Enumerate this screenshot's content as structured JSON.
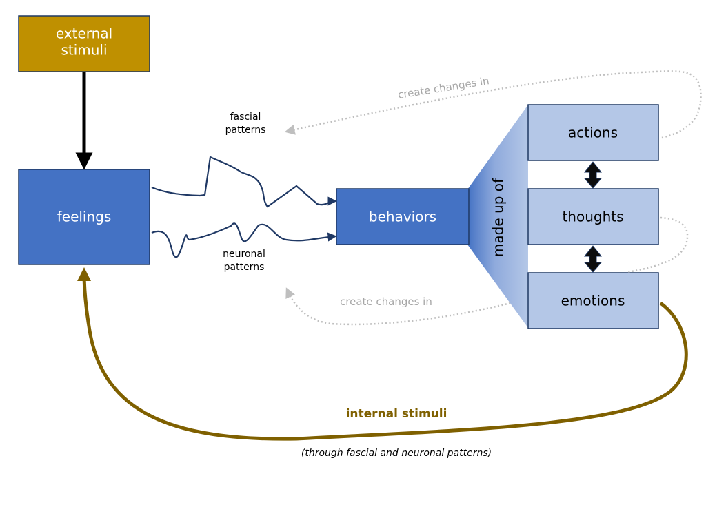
{
  "colors": {
    "gold": "#bf9000",
    "dark_gold": "#7f6000",
    "blue": "#4472c4",
    "light_blue": "#b4c7e7",
    "navy": "#1f3864",
    "dotted_gray": "#bfbfbf",
    "label_gray": "#a6a6a6"
  },
  "nodes": {
    "external_stimuli": {
      "line1": "external",
      "line2": "stimuli"
    },
    "feelings": {
      "label": "feelings"
    },
    "behaviors": {
      "label": "behaviors"
    },
    "actions": {
      "label": "actions"
    },
    "thoughts": {
      "label": "thoughts"
    },
    "emotions": {
      "label": "emotions"
    }
  },
  "labels": {
    "fascial_line1": "fascial",
    "fascial_line2": "patterns",
    "neuronal_line1": "neuronal",
    "neuronal_line2": "patterns",
    "made_up_of": "made up of",
    "create_changes_top": "create changes in",
    "create_changes_bottom": "create changes in",
    "internal_stimuli": "internal stimuli",
    "internal_stimuli_note": "(through fascial and neuronal patterns)"
  }
}
